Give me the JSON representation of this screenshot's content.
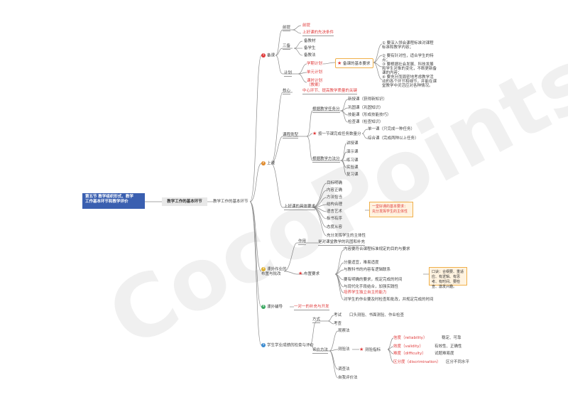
{
  "root": {
    "line1": "第五节 教学组织形式、教学",
    "line2": "工作基本环节和教学评价"
  },
  "sub": "教学工作的基本环节",
  "branch_title": "教学工作的基本环节",
  "watermark": "CocoPoints",
  "b1": {
    "num": "1",
    "label": "备课",
    "tiaojian": {
      "label": "前提",
      "items": [
        "前提",
        "上好课的先决条件"
      ]
    },
    "sanbei": {
      "label": "三备",
      "items": [
        "备教材",
        "备学生",
        "备教法"
      ]
    },
    "jihua": {
      "label": "计划",
      "items": [
        "学期计划",
        "单元计划",
        "课时计划（教案）"
      ]
    },
    "star_label": "备课的基本要求",
    "reqs": [
      "① 要深入领会课程标准对课程标准和教学内容；",
      "② 要有针对性，适合学生的特点；",
      "③ 要根据社会发展、科技发展和学生对象的变化，不断更新备课的内容；",
      "④ 要充分而周密地考虑教学活动的各个环节和细节，并能在课堂教学中灵活应对各种情况。"
    ]
  },
  "b2": {
    "num": "2",
    "label": "上课",
    "hexin": "核心",
    "hexin_val": "中心环节、提高教学质量的关键",
    "kecheng": "课程类型",
    "renwu_label": "根据教学任务分",
    "renwu": [
      "新授课（获得新知识）",
      "巩固课（巩固知识）",
      "技能课（形成技能技巧）",
      "检查课（检查知识）"
    ],
    "star2": "按一节课完成任务数量分",
    "single": "单一课（只完成一种任务）",
    "zonghe": "综合课（完成两种以上任务）",
    "fangfa_label": "根据教学方法分",
    "fangfa": [
      "讲授课",
      "演示课",
      "练习课",
      "实验课",
      "复习课"
    ],
    "haoke_label": "上好课的具体要求",
    "haoke": [
      "目标明确",
      "内容正确",
      "方法恰当",
      "结构合理",
      "语言艺术",
      "板书有序",
      "态度从容",
      "充分发挥学生的主体性"
    ],
    "haoke_box": "一堂好课的基本要求：充分发挥学生的主体性"
  },
  "b3": {
    "num": "3",
    "label": "课外作业的布置与批改",
    "zuoyong": "作用",
    "zuoyong_val": "是对课堂教学的巩固和补充",
    "star": "布置要求",
    "reqs": [
      "内容要符合课程标准规定的目的与要求",
      "分量适宜，难易适度",
      "与教科书的内容有逻辑联系",
      "要有明确的要求，规定完成的时间",
      "与现代化手段结合，加强实践性",
      "培养学生独立自主的能力",
      "对学生的作业要及时检查和批改，并规定完成的时间"
    ],
    "box": "口诀：合纲要、重适应、有逻辑、有思考、有时间、要检查、激发兴趣。"
  },
  "b4": {
    "num": "4",
    "label": "课外辅导",
    "val": "一对一的补充与开发"
  },
  "b5": {
    "num": "5",
    "label": "学生学业成绩的检查与评价",
    "fangshi": "方式",
    "fangshi_items": [
      "考试",
      "考查"
    ],
    "kaoshi_val": "口头测验、书面测验、作业检查",
    "pingjia": "评价方法",
    "pj_items": [
      "观察法",
      "测验法",
      "调查法",
      "自我评价法"
    ],
    "star": "测验指标",
    "zhibiao": [
      {
        "k": "信度（reliability）",
        "v": "稳定、可靠"
      },
      {
        "k": "效度（validity）",
        "v": "有效性、正确性"
      },
      {
        "k": "难度（difficulty）",
        "v": "试题难易度"
      },
      {
        "k": "区分度（discrimination）",
        "v": "区分不同水平"
      }
    ]
  },
  "colors": {
    "root": "#3a5fb0",
    "accent": "#e03c3c",
    "line": "#8a8a8a",
    "b1": "#e03c3c",
    "b2": "#e08a2c",
    "b3": "#e0b02c",
    "b4": "#3aa860",
    "b5": "#3a8ad0"
  }
}
